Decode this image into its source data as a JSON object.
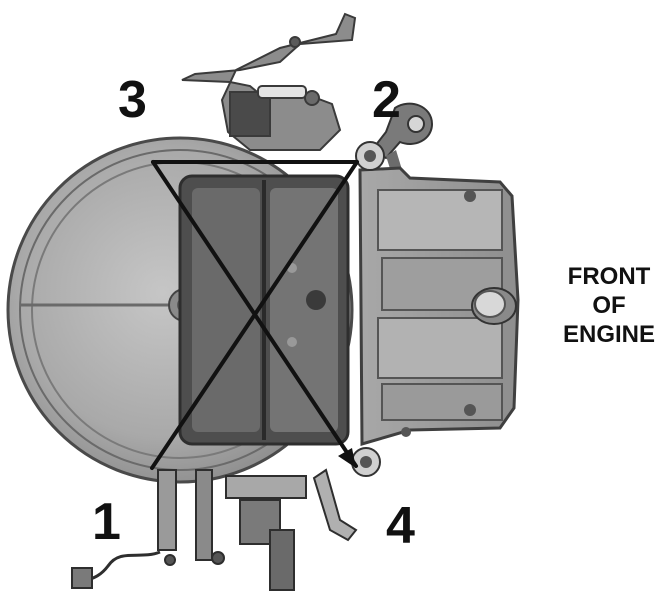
{
  "bolt_labels": {
    "one": "1",
    "two": "2",
    "three": "3",
    "four": "4"
  },
  "direction_label": {
    "line1": "FRONT",
    "line2": "OF",
    "line3": "ENGINE"
  },
  "colors": {
    "casting_light": "#bdbdbd",
    "casting_mid": "#9a9a9a",
    "casting_dark": "#5c5c5c",
    "line": "#111111",
    "text": "#111111"
  }
}
